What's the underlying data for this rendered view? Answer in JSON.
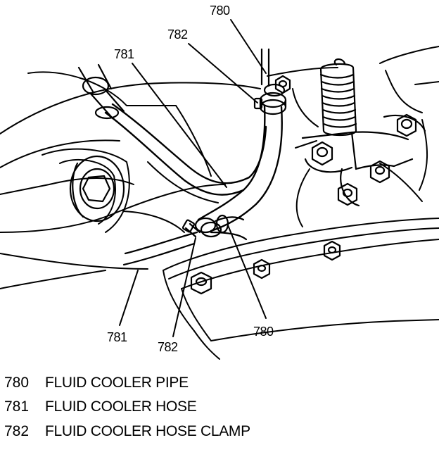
{
  "callouts": [
    {
      "id": "c780_top",
      "text": "780"
    },
    {
      "id": "c782_top",
      "text": "782"
    },
    {
      "id": "c781_top",
      "text": "781"
    },
    {
      "id": "c781_bottom",
      "text": "781"
    },
    {
      "id": "c782_bottom",
      "text": "782"
    },
    {
      "id": "c780_bottom",
      "text": "780"
    }
  ],
  "legend": [
    {
      "number": "780",
      "description": "FLUID COOLER PIPE"
    },
    {
      "number": "781",
      "description": "FLUID COOLER HOSE"
    },
    {
      "number": "782",
      "description": "FLUID COOLER HOSE CLAMP"
    }
  ]
}
